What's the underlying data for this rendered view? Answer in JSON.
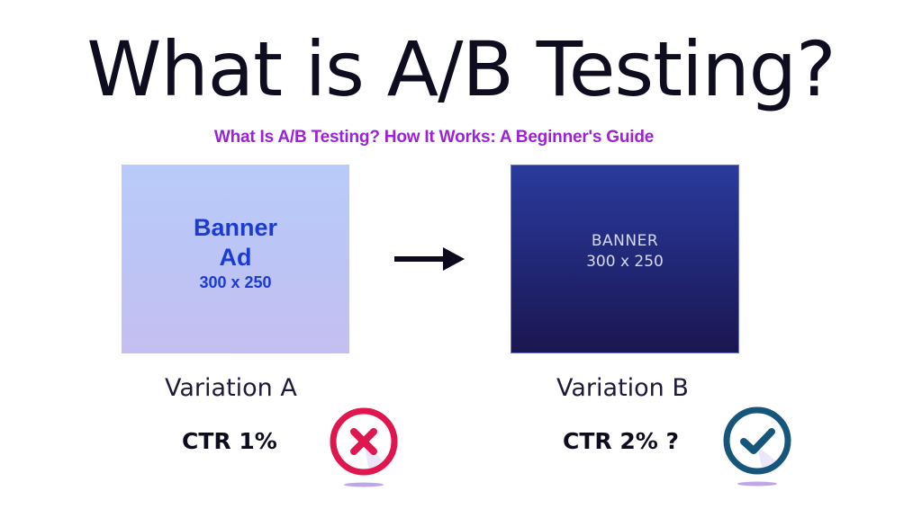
{
  "header": {
    "title": "What is A/B Testing?",
    "subtitle": "What Is A/B Testing? How It Works: A Beginner's Guide"
  },
  "variation_a": {
    "banner": {
      "line1": "Banner",
      "line2": "Ad",
      "size": "300 x 250"
    },
    "label": "Variation A",
    "ctr": "CTR 1%",
    "result_icon": "x-circle-icon",
    "result_color": "#e0164e"
  },
  "arrow_icon": "arrow-right-icon",
  "variation_b": {
    "banner": {
      "line1": "BANNER",
      "size": "300 x 250"
    },
    "label": "Variation B",
    "ctr": "CTR 2% ?",
    "result_icon": "check-circle-icon",
    "result_color": "#15567a"
  },
  "colors": {
    "subtitle": "#9b22d6",
    "banner_a_text": "#1c3bd2",
    "banner_b_bg": "#222a7c",
    "title": "#0d0d1f"
  }
}
